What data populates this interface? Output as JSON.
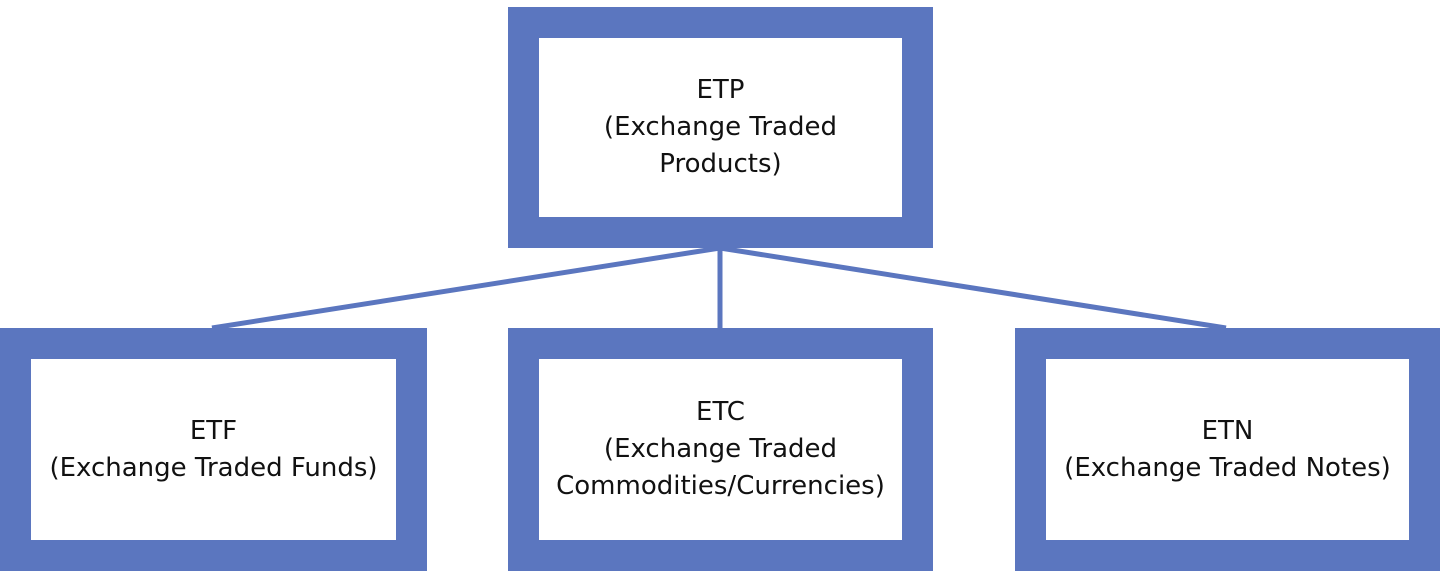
{
  "colors": {
    "box_border": "#5b76bf",
    "connector": "#5b76bf",
    "box_fill": "#ffffff",
    "text": "#111111"
  },
  "nodes": {
    "etp": {
      "lines": [
        "ETP",
        "(Exchange Traded",
        "Products)"
      ]
    },
    "etf": {
      "lines": [
        "ETF",
        "(Exchange Traded Funds)"
      ]
    },
    "etc": {
      "lines": [
        "ETC",
        "(Exchange Traded",
        "Commodities/Currencies)"
      ]
    },
    "etn": {
      "lines": [
        "ETN",
        "(Exchange Traded Notes)"
      ]
    }
  },
  "edges": [
    {
      "from": "etp",
      "to": "etf"
    },
    {
      "from": "etp",
      "to": "etc"
    },
    {
      "from": "etp",
      "to": "etn"
    }
  ]
}
